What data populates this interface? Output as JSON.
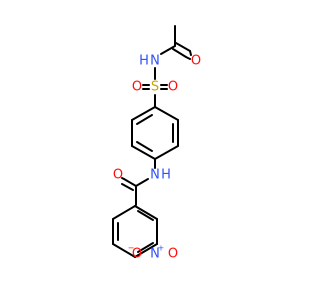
{
  "colors": {
    "carbon_bond": "#000000",
    "oxygen": "#ff0d0d",
    "nitrogen": "#3050f8",
    "sulfur": "#c9a800"
  },
  "atoms": {
    "amide_nh_top": {
      "symbol": "N",
      "hydrogen": "H"
    },
    "acetyl_o": {
      "symbol": "O"
    },
    "sulfonyl_s": {
      "symbol": "S"
    },
    "sulfonyl_o_left": {
      "symbol": "O"
    },
    "sulfonyl_o_right": {
      "symbol": "O"
    },
    "anilide_nh": {
      "symbol": "N",
      "hydrogen": "H"
    },
    "benzamide_o": {
      "symbol": "O"
    },
    "nitro_n": {
      "symbol": "N",
      "charge": "+"
    },
    "nitro_o_left": {
      "symbol": "O",
      "charge": "−"
    },
    "nitro_o_right": {
      "symbol": "O"
    }
  }
}
